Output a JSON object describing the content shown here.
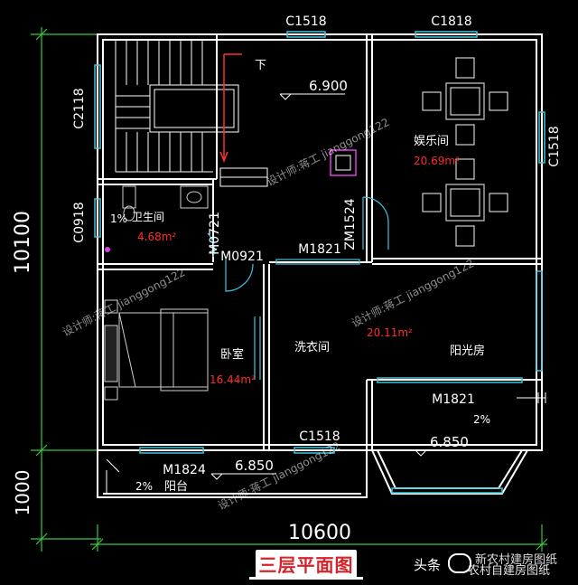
{
  "plan_title": "三层平面图",
  "dimensions": {
    "overall_height": "10100",
    "balcony_depth": "1000",
    "overall_width": "10600"
  },
  "windows": {
    "c1518_top": "C1518",
    "c1818": "C1818",
    "c2118": "C2118",
    "c1518_right": "C1518",
    "c0918": "C0918",
    "c1518_bottom": "C1518"
  },
  "doors": {
    "m1821_mid": "M1821",
    "zm1524": "ZM1524",
    "m0721": "M0721",
    "m0921": "M0921",
    "m1821_right": "M1821",
    "m1824": "M1824"
  },
  "rooms": {
    "stair_down": "下",
    "level_top": "6.900",
    "entertainment": "娱乐间",
    "entertainment_area": "20.69m²",
    "bathroom": "卫生间",
    "bathroom_area": "4.68m²",
    "bath_slope": "1%",
    "bedroom": "卧室",
    "bedroom_area": "16.44m²",
    "laundry": "洗衣间",
    "center_area": "20.11m²",
    "sunroom": "阳光房",
    "right_slope": "2%",
    "right_level": "6.850",
    "balcony_level": "6.850",
    "balcony_slope": "2%",
    "balcony": "阳台"
  },
  "watermark": "设计师:蒋工 jianggong122",
  "credit": {
    "source": "头条",
    "account": "新农村建房图纸",
    "account_overlay": "农村自建房图纸"
  },
  "colors": {
    "wall": "#ffffff",
    "dimension": "#36c93d",
    "window": "#3fc4e0",
    "area_text": "#ff2b2b",
    "magenta": "#e040e0",
    "furniture": "#cfcfcf"
  }
}
